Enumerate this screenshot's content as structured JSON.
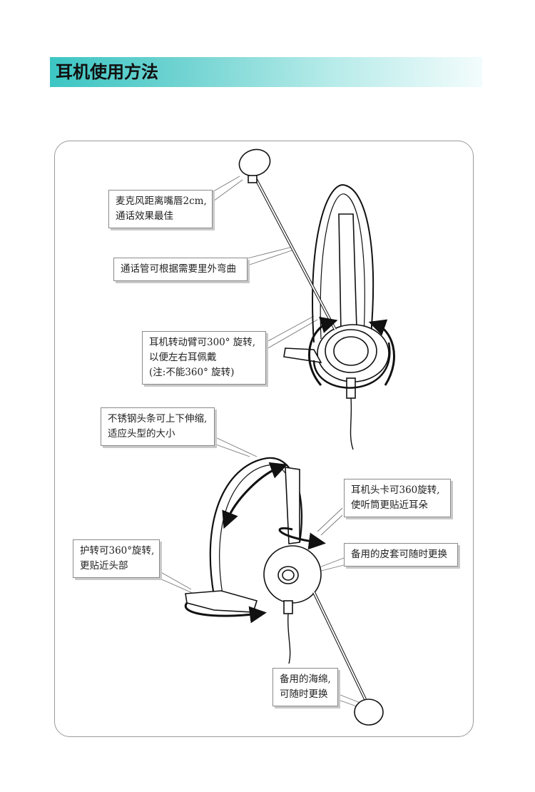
{
  "header": {
    "title": "耳机使用方法"
  },
  "callouts": {
    "mic_distance": {
      "line1": "麦克风距离嘴唇2cm,",
      "line2": "通话效果最佳"
    },
    "tube_bend": {
      "line1": "通话管可根据需要里外弯曲"
    },
    "arm_rotate": {
      "line1": "耳机转动臂可300° 旋转,",
      "line2": "以便左右耳佩戴",
      "line3": "(注:不能360° 旋转)"
    },
    "band_adjust": {
      "line1": "不锈钢头条可上下伸缩,",
      "line2": "适应头型的大小"
    },
    "clip_rotate": {
      "line1": "耳机头卡可360旋转,",
      "line2": "使听筒更贴近耳朵"
    },
    "guard_rotate": {
      "line1": "护转可360°旋转,",
      "line2": "更贴近头部"
    },
    "spare_leather": {
      "line1": "备用的皮套可随时更换"
    },
    "spare_foam": {
      "line1": "备用的海绵,",
      "line2": "可随时更换"
    }
  }
}
